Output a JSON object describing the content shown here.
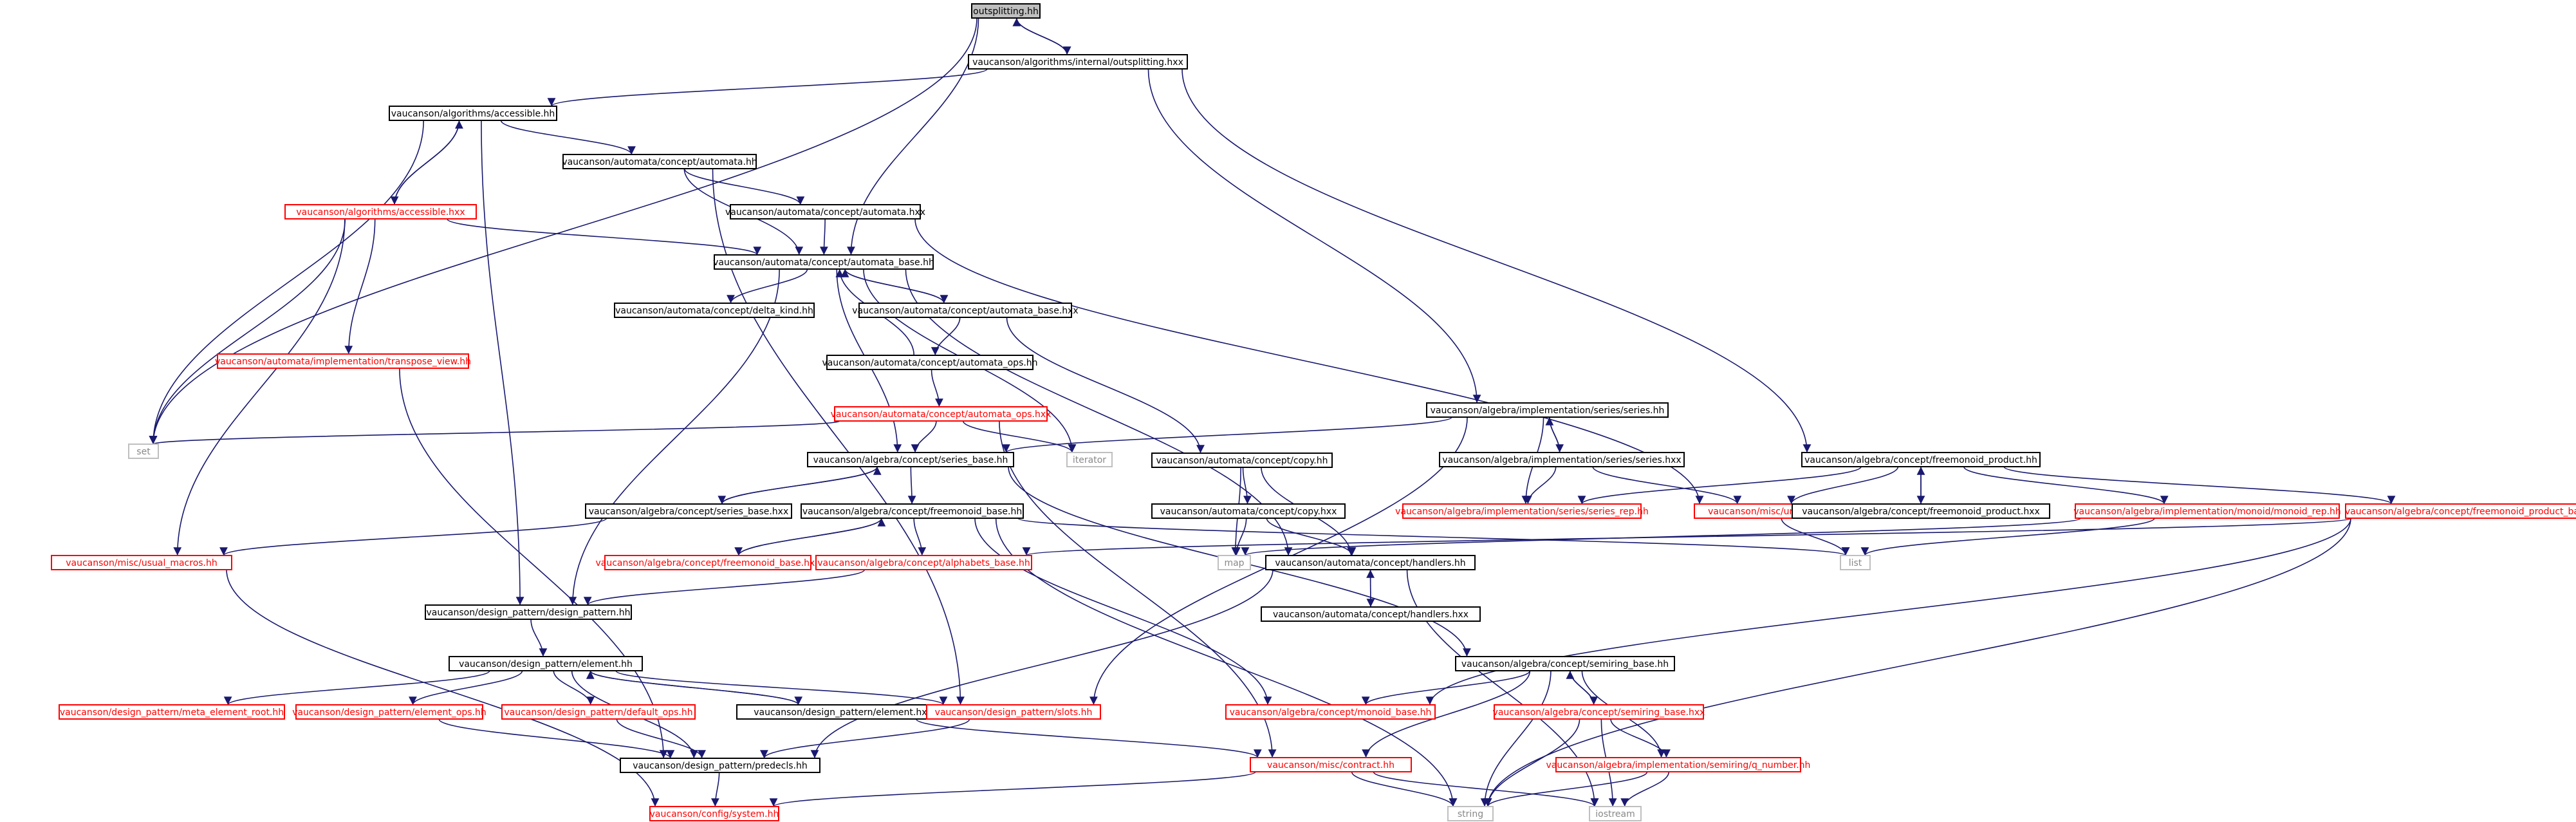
{
  "graph": {
    "title": "outsplitting.hh",
    "colors": {
      "edge": "#191970",
      "text_black": "#000000",
      "text_red": "#ff0000",
      "text_gray": "#888888",
      "root_fill": "#bfbfbf",
      "fill": "#ffffff",
      "border_black": "#000000",
      "border_red": "#ff0000",
      "border_gray": "#bfbfbf"
    },
    "nodes": [
      {
        "id": "n0",
        "label": "outsplitting.hh",
        "style": "root"
      },
      {
        "id": "n1",
        "label": "vaucanson/algorithms/internal/outsplitting.hxx",
        "style": "black"
      },
      {
        "id": "n2",
        "label": "vaucanson/algorithms/accessible.hh",
        "style": "black"
      },
      {
        "id": "n3",
        "label": "vaucanson/automata/concept/automata.hh",
        "style": "black"
      },
      {
        "id": "n4",
        "label": "vaucanson/algorithms/accessible.hxx",
        "style": "red"
      },
      {
        "id": "n5",
        "label": "vaucanson/automata/concept/automata.hxx",
        "style": "black"
      },
      {
        "id": "n6",
        "label": "vaucanson/automata/concept/automata_base.hh",
        "style": "black"
      },
      {
        "id": "n7",
        "label": "vaucanson/automata/concept/delta_kind.hh",
        "style": "black"
      },
      {
        "id": "n8",
        "label": "vaucanson/automata/concept/automata_base.hxx",
        "style": "black"
      },
      {
        "id": "n9",
        "label": "vaucanson/automata/implementation/transpose_view.hh",
        "style": "red"
      },
      {
        "id": "n10",
        "label": "vaucanson/automata/concept/automata_ops.hh",
        "style": "black"
      },
      {
        "id": "n11",
        "label": "vaucanson/automata/concept/automata_ops.hxx",
        "style": "red"
      },
      {
        "id": "n12",
        "label": "set",
        "style": "gray"
      },
      {
        "id": "n13",
        "label": "iterator",
        "style": "gray"
      },
      {
        "id": "n14",
        "label": "vaucanson/algebra/concept/series_base.hh",
        "style": "black"
      },
      {
        "id": "n15",
        "label": "vaucanson/algebra/concept/series_base.hxx",
        "style": "black"
      },
      {
        "id": "n16",
        "label": "vaucanson/algebra/concept/freemonoid_base.hh",
        "style": "black"
      },
      {
        "id": "n17",
        "label": "vaucanson/algebra/concept/freemonoid_base.hxx",
        "style": "red"
      },
      {
        "id": "n18",
        "label": "vaucanson/algebra/concept/alphabets_base.hh",
        "style": "red"
      },
      {
        "id": "n19",
        "label": "vaucanson/misc/usual_macros.hh",
        "style": "red"
      },
      {
        "id": "n20",
        "label": "vaucanson/design_pattern/design_pattern.hh",
        "style": "black"
      },
      {
        "id": "n21",
        "label": "vaucanson/design_pattern/element.hh",
        "style": "black"
      },
      {
        "id": "n22",
        "label": "vaucanson/design_pattern/meta_element_root.hh",
        "style": "red"
      },
      {
        "id": "n23",
        "label": "vaucanson/design_pattern/element_ops.hh",
        "style": "red"
      },
      {
        "id": "n24",
        "label": "vaucanson/design_pattern/default_ops.hh",
        "style": "red"
      },
      {
        "id": "n25",
        "label": "vaucanson/design_pattern/element.hxx",
        "style": "black"
      },
      {
        "id": "n26",
        "label": "vaucanson/design_pattern/slots.hh",
        "style": "red"
      },
      {
        "id": "n27",
        "label": "vaucanson/design_pattern/predecls.hh",
        "style": "black"
      },
      {
        "id": "n28",
        "label": "vaucanson/config/system.hh",
        "style": "red"
      },
      {
        "id": "n29",
        "label": "vaucanson/automata/concept/copy.hh",
        "style": "black"
      },
      {
        "id": "n30",
        "label": "vaucanson/automata/concept/copy.hxx",
        "style": "black"
      },
      {
        "id": "n31",
        "label": "map",
        "style": "gray"
      },
      {
        "id": "n32",
        "label": "vaucanson/automata/concept/handlers.hh",
        "style": "black"
      },
      {
        "id": "n33",
        "label": "vaucanson/automata/concept/handlers.hxx",
        "style": "black"
      },
      {
        "id": "n34",
        "label": "vaucanson/algebra/implementation/series/series.hh",
        "style": "black"
      },
      {
        "id": "n35",
        "label": "vaucanson/algebra/implementation/series/series.hxx",
        "style": "black"
      },
      {
        "id": "n36",
        "label": "vaucanson/algebra/implementation/series/series_rep.hh",
        "style": "red"
      },
      {
        "id": "n37",
        "label": "vaucanson/misc/unique.hh",
        "style": "red"
      },
      {
        "id": "n38",
        "label": "list",
        "style": "gray"
      },
      {
        "id": "n39",
        "label": "vaucanson/algebra/concept/semiring_base.hh",
        "style": "black"
      },
      {
        "id": "n40",
        "label": "vaucanson/algebra/concept/monoid_base.hh",
        "style": "red"
      },
      {
        "id": "n41",
        "label": "vaucanson/algebra/concept/semiring_base.hxx",
        "style": "red"
      },
      {
        "id": "n42",
        "label": "vaucanson/algebra/implementation/semiring/q_number.hh",
        "style": "red"
      },
      {
        "id": "n43",
        "label": "vaucanson/misc/contract.hh",
        "style": "red"
      },
      {
        "id": "n44",
        "label": "string",
        "style": "gray"
      },
      {
        "id": "n45",
        "label": "iostream",
        "style": "gray"
      },
      {
        "id": "n46",
        "label": "vaucanson/algebra/concept/freemonoid_product.hh",
        "style": "black"
      },
      {
        "id": "n47",
        "label": "vaucanson/algebra/concept/freemonoid_product.hxx",
        "style": "black"
      },
      {
        "id": "n48",
        "label": "vaucanson/algebra/implementation/monoid/monoid_rep.hh",
        "style": "red"
      },
      {
        "id": "n49",
        "label": "vaucanson/algebra/concept/freemonoid_product_base.hh",
        "style": "red"
      }
    ]
  }
}
